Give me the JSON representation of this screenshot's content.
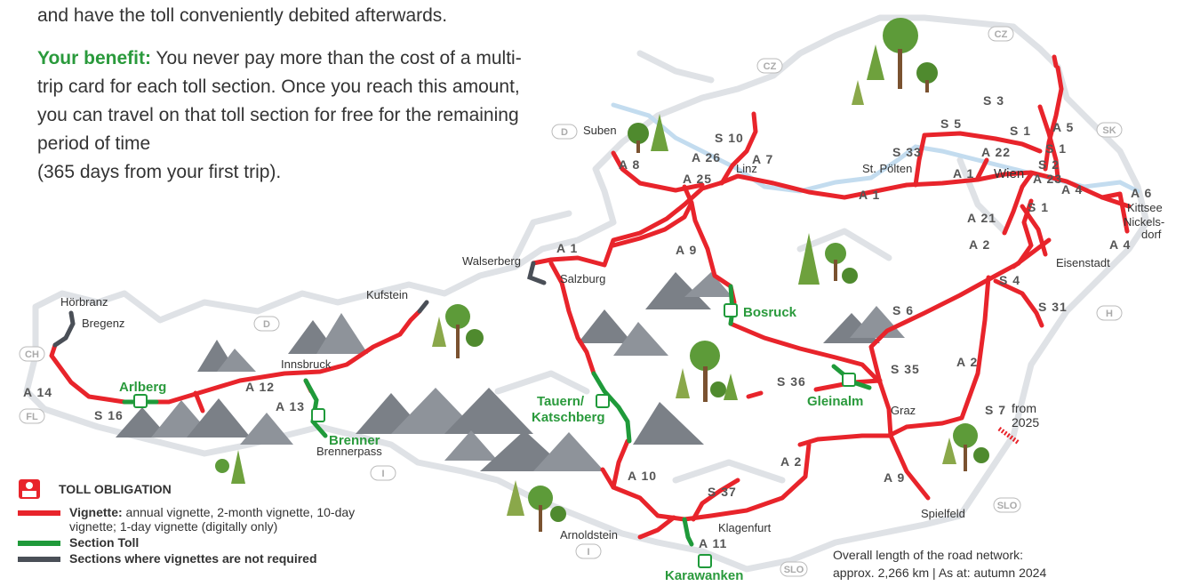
{
  "intro": {
    "line1": "and have the toll conveniently debited afterwards.",
    "benefit_label": "Your benefit:",
    "benefit_text": " You never pay more than the cost of a multi-trip card for each toll section. Once you reach this amount, you can travel on that toll section for free for the remaining period of time",
    "benefit_text2": "(365 days from your first trip)."
  },
  "colors": {
    "vignette": "#e8242b",
    "section_toll": "#1f9a3a",
    "no_vignette": "#4a4f57",
    "border": "#dcdfe3",
    "river": "#bcd9ee"
  },
  "countries": {
    "cz1": "CZ",
    "cz2": "CZ",
    "sk": "SK",
    "h": "H",
    "slo1": "SLO",
    "slo2": "SLO",
    "i1": "I",
    "i2": "I",
    "d1": "D",
    "d2": "D",
    "ch": "CH",
    "fl": "FL"
  },
  "roads": {
    "a1_west": "A 1",
    "a1_mid": "A 1",
    "a1_east": "A 1",
    "a2_n": "A 2",
    "a2_m": "A 2",
    "a2_s": "A 2",
    "a4": "A 4",
    "a4b": "A 4",
    "a5": "A 5",
    "a6": "A 6",
    "a7": "A 7",
    "a8": "A 8",
    "a9_n": "A 9",
    "a9_s": "A 9",
    "a10": "A 10",
    "a11": "A 11",
    "a12": "A 12",
    "a13": "A 13",
    "a14": "A 14",
    "a21": "A 21",
    "a22": "A 22",
    "a23": "A 23",
    "a25": "A 25",
    "a26": "A 26",
    "s1a": "S 1",
    "s1b": "S 1",
    "s1c": "S 1",
    "s2": "S 2",
    "s3": "S 3",
    "s4": "S 4",
    "s5": "S 5",
    "s6": "S 6",
    "s7": "S 7",
    "s10": "S 10",
    "s16": "S 16",
    "s31": "S 31",
    "s33": "S 33",
    "s35": "S 35",
    "s36": "S 36",
    "s37": "S 37"
  },
  "cities": {
    "suben": "Suben",
    "linz": "Linz",
    "st_poelten": "St. Pölten",
    "wien": "Wien",
    "kittsee": "Kittsee",
    "nickelsdorf_1": "Nickels-",
    "nickelsdorf_2": "dorf",
    "eisenstadt": "Eisenstadt",
    "walserberg": "Walserberg",
    "salzburg": "Salzburg",
    "kufstein": "Kufstein",
    "hoerbranz": "Hörbranz",
    "bregenz": "Bregenz",
    "innsbruck": "Innsbruck",
    "brennerpass": "Brennerpass",
    "graz": "Graz",
    "klagenfurt": "Klagenfurt",
    "arnoldstein": "Arnoldstein",
    "spielfeld": "Spielfeld",
    "from": "from",
    "year": "2025"
  },
  "toll_sections": {
    "arlberg": "Arlberg",
    "brenner": "Brenner",
    "tauern_1": "Tauern/",
    "tauern_2": "Katschberg",
    "bosruck": "Bosruck",
    "gleinalm": "Gleinalm",
    "karawanken": "Karawanken"
  },
  "legend": {
    "title": "TOLL OBLIGATION",
    "vignette_label": "Vignette:",
    "vignette_text": " annual vignette, 2-month vignette, 10-day vignette; 1-day vignette (digitally only)",
    "section_toll": "Section Toll",
    "no_vignette": "Sections where vignettes are not required"
  },
  "footer": {
    "line1": "Overall length of the road network:",
    "line2": "approx. 2,266 km | As at: autumn 2024"
  }
}
